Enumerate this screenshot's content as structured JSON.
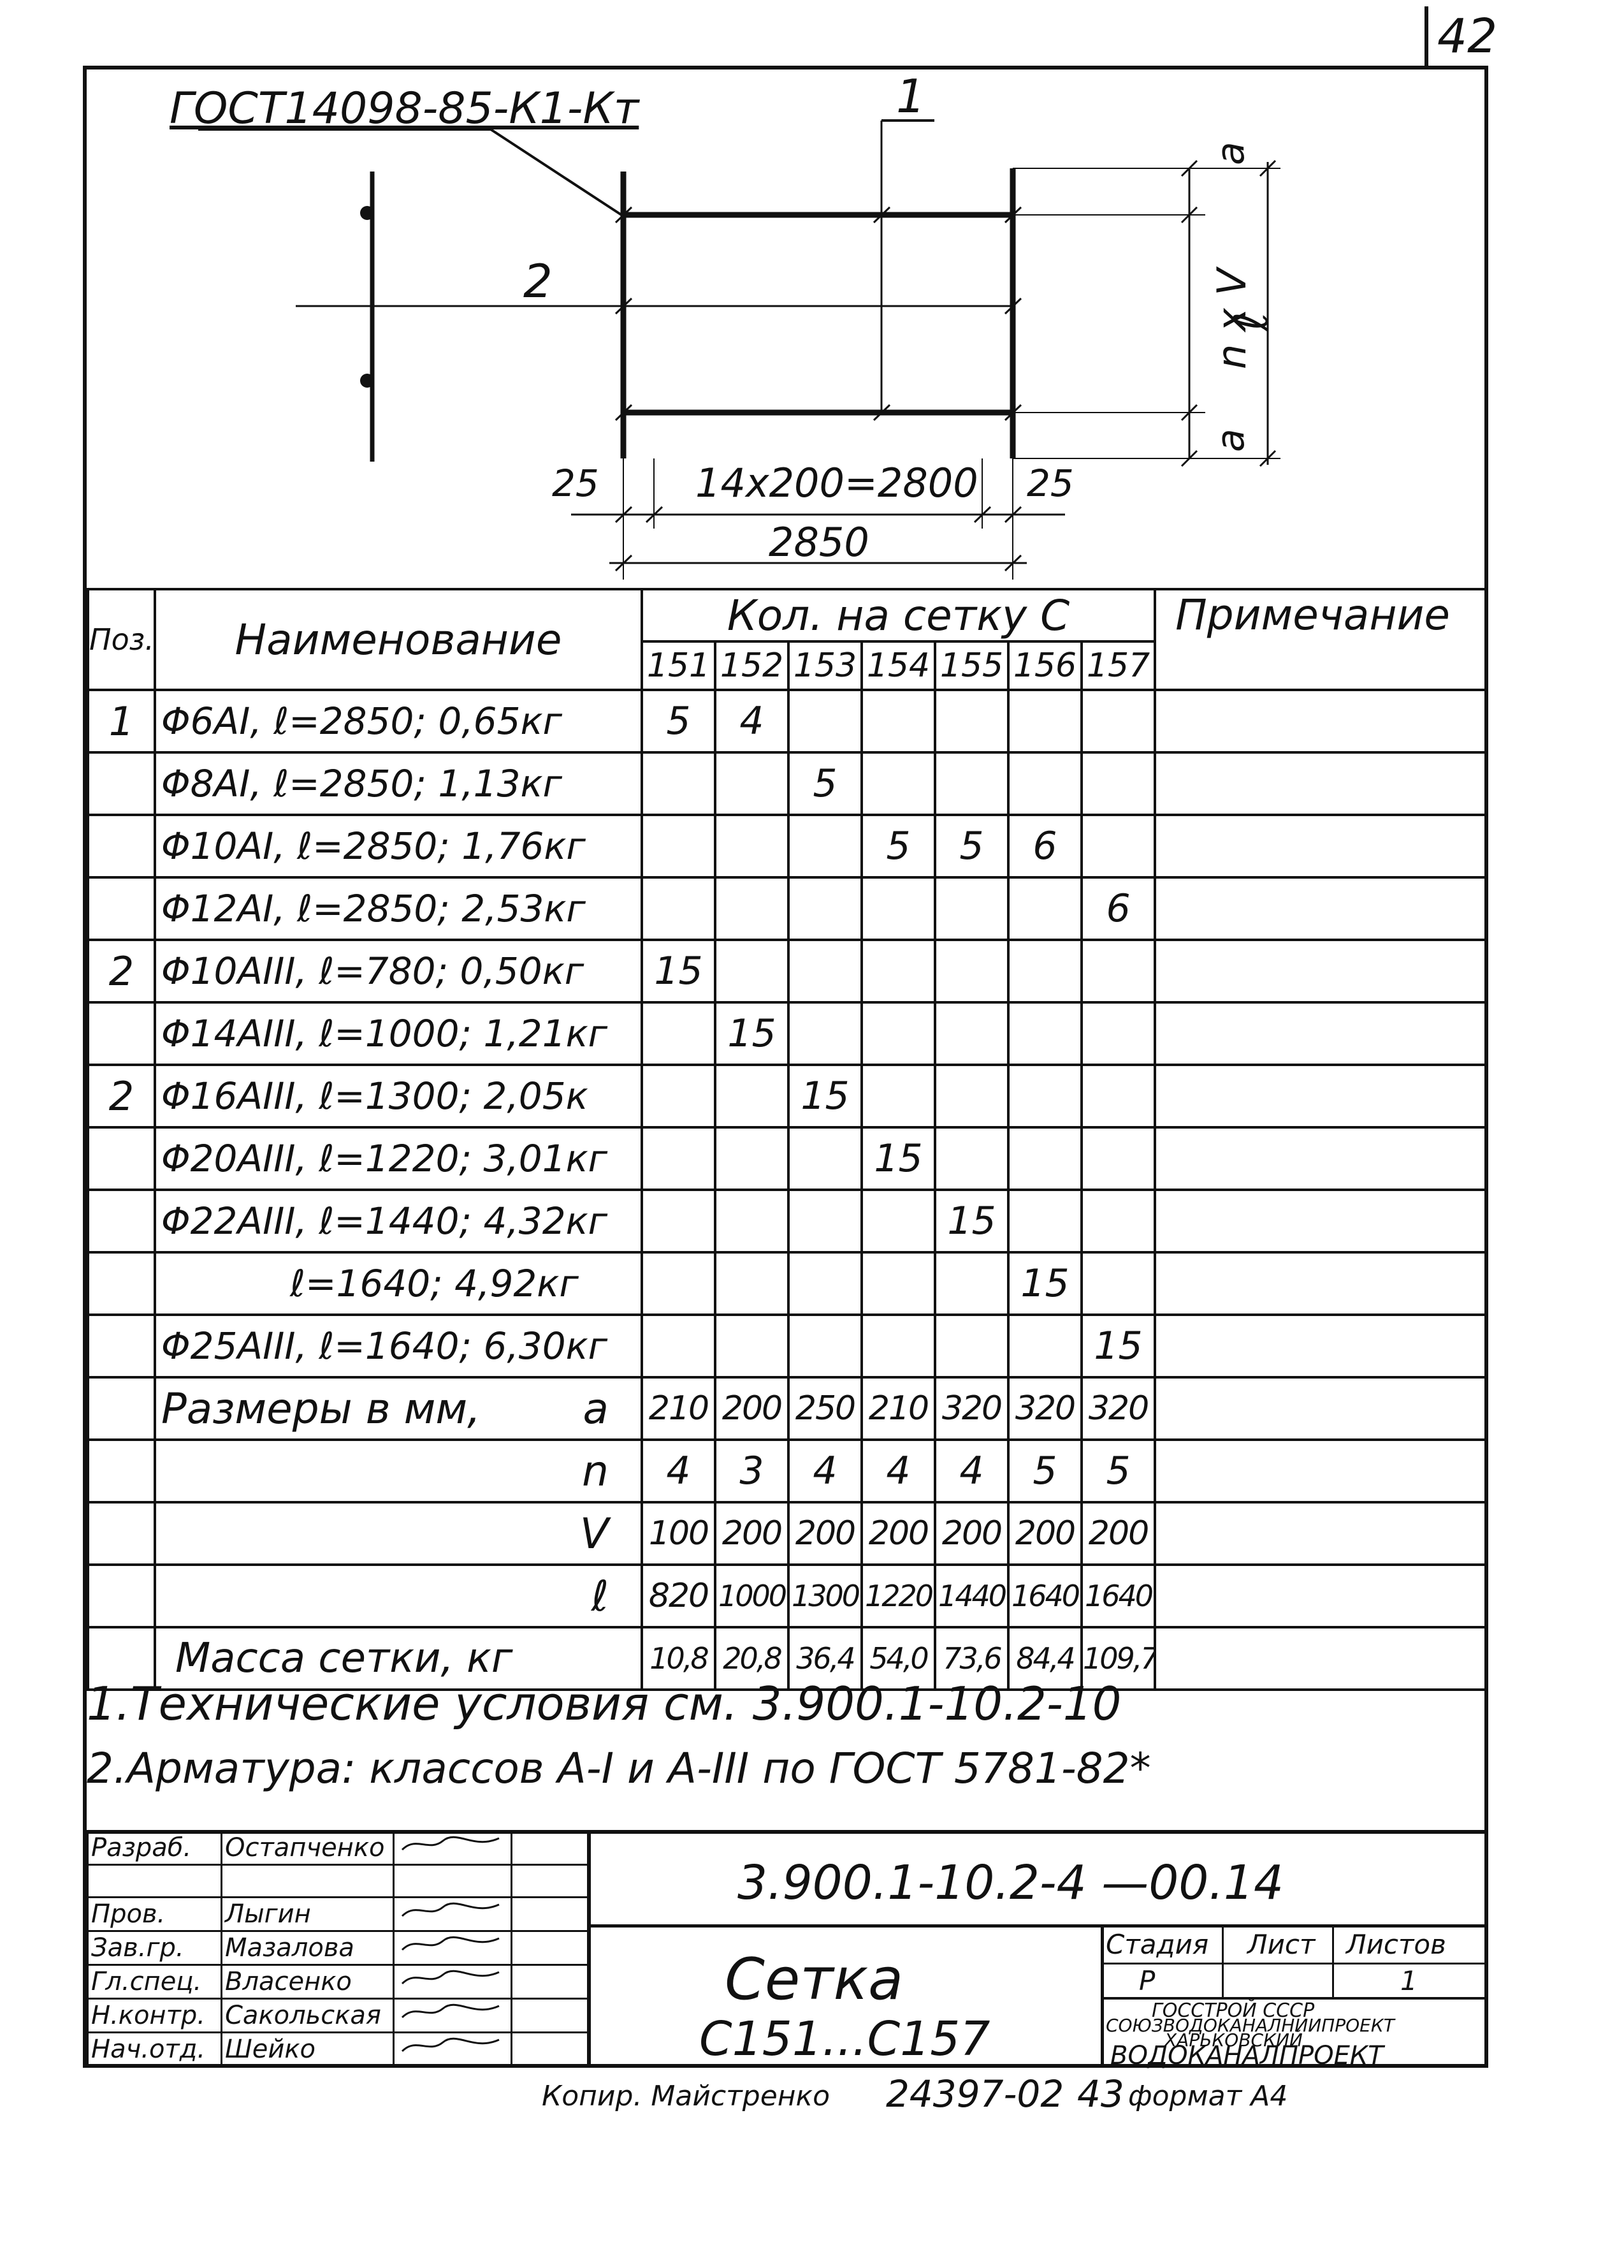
{
  "sheet_number": "42",
  "drawing": {
    "gost_label": "ГОСТ14098-85-К1-Кт",
    "pos1": "1",
    "pos2": "2",
    "dim_a_top": "a",
    "dim_nxv": "n x V",
    "dim_l": "ℓ",
    "dim_a_bottom": "a",
    "dim_left_25": "25",
    "dim_right_25": "25",
    "dim_span": "14x200=2800",
    "dim_total": "2850"
  },
  "table": {
    "header": {
      "pos": "Поз.",
      "name": "Наименование",
      "qty_group": "Кол. на сетку С",
      "note": "Примечание",
      "columns": [
        "151",
        "152",
        "153",
        "154",
        "155",
        "156",
        "157"
      ]
    },
    "rows": [
      {
        "pos": "1",
        "name": "Φ6АI, ℓ=2850; 0,65кг",
        "q": [
          "5",
          "4",
          "",
          "",
          "",
          "",
          ""
        ]
      },
      {
        "pos": "",
        "name": "Φ8АI, ℓ=2850; 1,13кг",
        "q": [
          "",
          "",
          "5",
          "",
          "",
          "",
          ""
        ]
      },
      {
        "pos": "",
        "name": "Φ10АI, ℓ=2850; 1,76кг",
        "q": [
          "",
          "",
          "",
          "5",
          "5",
          "6",
          ""
        ]
      },
      {
        "pos": "",
        "name": "Φ12АI, ℓ=2850; 2,53кг",
        "q": [
          "",
          "",
          "",
          "",
          "",
          "",
          "6"
        ]
      },
      {
        "pos": "2",
        "name": "Φ10АIII, ℓ=780; 0,50кг",
        "q": [
          "15",
          "",
          "",
          "",
          "",
          "",
          ""
        ]
      },
      {
        "pos": "",
        "name": "Φ14АIII, ℓ=1000; 1,21кг",
        "q": [
          "",
          "15",
          "",
          "",
          "",
          "",
          ""
        ]
      },
      {
        "pos": "2",
        "name": "Φ16АIII, ℓ=1300; 2,05к",
        "q": [
          "",
          "",
          "15",
          "",
          "",
          "",
          ""
        ]
      },
      {
        "pos": "",
        "name": "Φ20АIII, ℓ=1220; 3,01кг",
        "q": [
          "",
          "",
          "",
          "15",
          "",
          "",
          ""
        ]
      },
      {
        "pos": "",
        "name": "Φ22АIII, ℓ=1440; 4,32кг",
        "q": [
          "",
          "",
          "",
          "",
          "15",
          "",
          ""
        ]
      },
      {
        "pos": "",
        "name": "ℓ=1640; 4,92кг",
        "q": [
          "",
          "",
          "",
          "",
          "",
          "15",
          ""
        ]
      },
      {
        "pos": "",
        "name": "Φ25АIII, ℓ=1640; 6,30кг",
        "q": [
          "",
          "",
          "",
          "",
          "",
          "",
          "15"
        ]
      }
    ],
    "sizes_label": "Размеры в мм,",
    "size_rows": [
      {
        "sym": "a",
        "q": [
          "210",
          "200",
          "250",
          "210",
          "320",
          "320",
          "320"
        ]
      },
      {
        "sym": "n",
        "q": [
          "4",
          "3",
          "4",
          "4",
          "4",
          "5",
          "5"
        ]
      },
      {
        "sym": "V",
        "q": [
          "100",
          "200",
          "200",
          "200",
          "200",
          "200",
          "200"
        ]
      },
      {
        "sym": "ℓ",
        "q": [
          "820",
          "1000",
          "1300",
          "1220",
          "1440",
          "1640",
          "1640"
        ]
      }
    ],
    "mass_label": "Масса сетки, кг",
    "mass": [
      "10,8",
      "20,8",
      "36,4",
      "54,0",
      "73,6",
      "84,4",
      "109,7"
    ]
  },
  "notes": [
    "1.Технические условия см. 3.900.1-10.2-10",
    "2.Арматура: классов А-I и А-III по ГОСТ 5781-82*"
  ],
  "title_block": {
    "people": [
      {
        "role": "Разраб.",
        "name": "Остапченко"
      },
      {
        "role": "Пров.",
        "name": "Лыгин"
      },
      {
        "role": "Зав.гр.",
        "name": "Мазалова"
      },
      {
        "role": "Гл.спец.",
        "name": "Власенко"
      },
      {
        "role": "Н.контр.",
        "name": "Сакольская"
      },
      {
        "role": "Нач.отд.",
        "name": "Шейко"
      }
    ],
    "doc_code": "3.900.1-10.2-4 —00.14",
    "title_line1": "Сетка",
    "title_line2": "С151...С157",
    "stage_label": "Стадия",
    "sheet_label": "Лист",
    "sheets_label": "Листов",
    "stage_value": "Р",
    "sheets_value": "1",
    "org_line1": "ГОССТРОЙ СССР",
    "org_line2": "СОЮЗВОДОКАНАЛНИИПРОЕКТ",
    "org_line3": "ХАРЬКОВСКИЙ",
    "org_line4": "ВОДОКАНАЛПРОЕКТ"
  },
  "footer": {
    "copied": "Копир. Майстренко",
    "archive": "24397-02",
    "page": "43",
    "format": "формат А4"
  }
}
